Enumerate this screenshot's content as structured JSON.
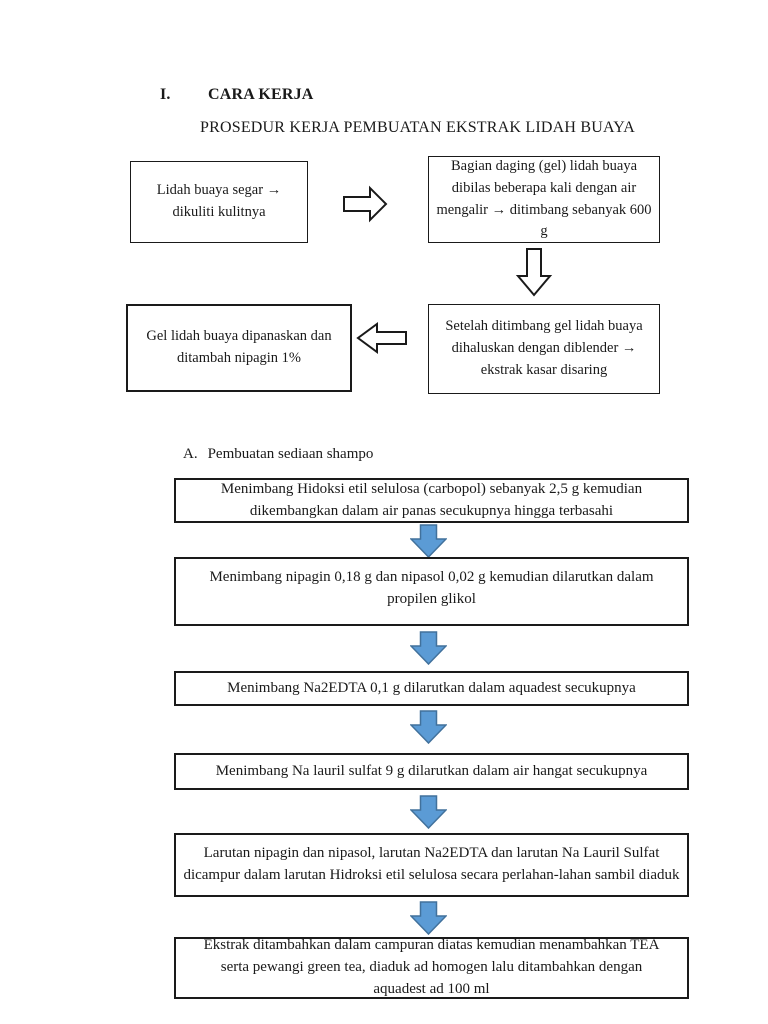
{
  "header": {
    "numeral": "I.",
    "title": "CARA KERJA",
    "subtitle": "PROSEDUR KERJA PEMBUATAN EKSTRAK LIDAH BUAYA"
  },
  "extract_flow": {
    "steps": [
      "Lidah buaya segar → dikuliti kulitnya",
      "Bagian daging (gel) lidah buaya dibilas beberapa kali dengan air mengalir → ditimbang sebanyak 600 g",
      "Setelah ditimbang gel lidah buaya dihaluskan dengan diblender → ekstrak kasar disaring",
      "Gel lidah buaya dipanaskan dan ditambah nipagin 1%"
    ]
  },
  "shampoo_section": {
    "marker": "A.",
    "heading": "Pembuatan sediaan shampo",
    "steps": [
      "Menimbang Hidoksi etil selulosa (carbopol)  sebanyak 2,5 g kemudian dikembangkan dalam air panas secukupnya hingga terbasahi",
      "Menimbang nipagin 0,18 g dan nipasol 0,02 g kemudian dilarutkan dalam propilen glikol",
      "Menimbang Na2EDTA 0,1 g dilarutkan dalam aquadest secukupnya",
      "Menimbang Na lauril sulfat 9 g dilarutkan dalam air hangat secukupnya",
      "Larutan nipagin dan nipasol, larutan Na2EDTA dan larutan Na Lauril Sulfat dicampur dalam larutan Hidroksi etil selulosa secara perlahan-lahan sambil diaduk",
      "Ekstrak ditambahkan dalam campuran diatas kemudian menambahkan TEA serta pewangi green tea, diaduk ad homogen lalu ditambahkan dengan aquadest ad 100 ml"
    ]
  },
  "icons": {
    "flow_arrow_right": "block-arrow-right",
    "flow_arrow_down": "block-arrow-down",
    "flow_arrow_left": "block-arrow-left",
    "shampoo_arrow": "block-arrow-down-blue"
  },
  "colors": {
    "page_background": "#FFFFFF",
    "text": "#1A1A1A",
    "box_border": "#1A1A1A",
    "outline_arrow_fill": "#FFFFFF",
    "outline_arrow_stroke": "#1A1A1A",
    "blue_arrow_fill": "#5B9BD5",
    "blue_arrow_stroke": "#41719C"
  }
}
